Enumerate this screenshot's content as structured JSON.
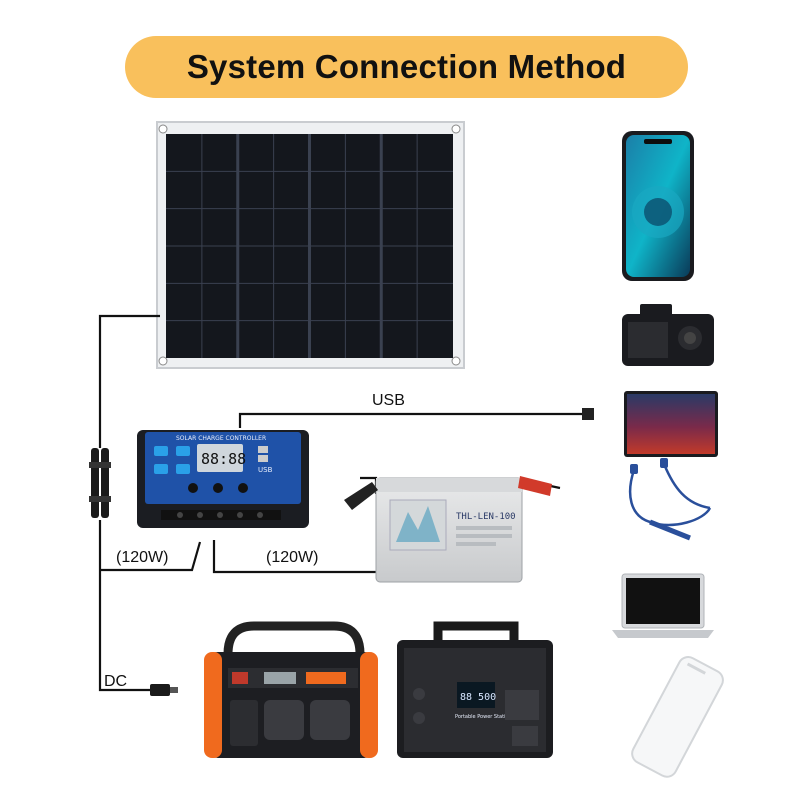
{
  "title": "System Connection Method",
  "labels": {
    "usb": "USB",
    "dc": "DC",
    "watt_left": "(120W)",
    "watt_right": "(120W)"
  },
  "controller": {
    "caption": "SOLAR CHARGE CONTROLLER",
    "usb_tag": "USB",
    "display": "88:88"
  },
  "battery": {
    "brand": "THL-LEN-100"
  },
  "stations": {
    "right_display": "88 500",
    "right_label": "Portable Power Station"
  },
  "colors": {
    "pill": "#f9c05c",
    "controller": "#1f52a8",
    "orange_station": "#f06a1e"
  },
  "devices": [
    "smartphone",
    "camera",
    "tablet",
    "earphones",
    "laptop",
    "power-bank"
  ]
}
